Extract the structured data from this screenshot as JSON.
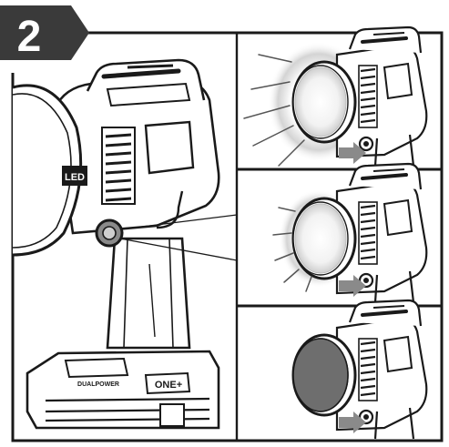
{
  "step": {
    "number": "2"
  },
  "labels": {
    "led_badge": "LED",
    "battery_brand": "DUALPOWER",
    "battery_logo": "ONE+"
  },
  "colors": {
    "line": "#1a1a1a",
    "badge": "#3a3a3a",
    "badge_text": "#ffffff",
    "lens_off": "#6e6e6e",
    "lens_on": "#f4f4f4",
    "glow": "#d9d9d9",
    "arrow": "#8a8a8a",
    "divider": "#555555"
  },
  "panels": [
    {
      "name": "panel-high-beam",
      "mode": "high"
    },
    {
      "name": "panel-low-beam",
      "mode": "low"
    },
    {
      "name": "panel-off",
      "mode": "off"
    }
  ]
}
